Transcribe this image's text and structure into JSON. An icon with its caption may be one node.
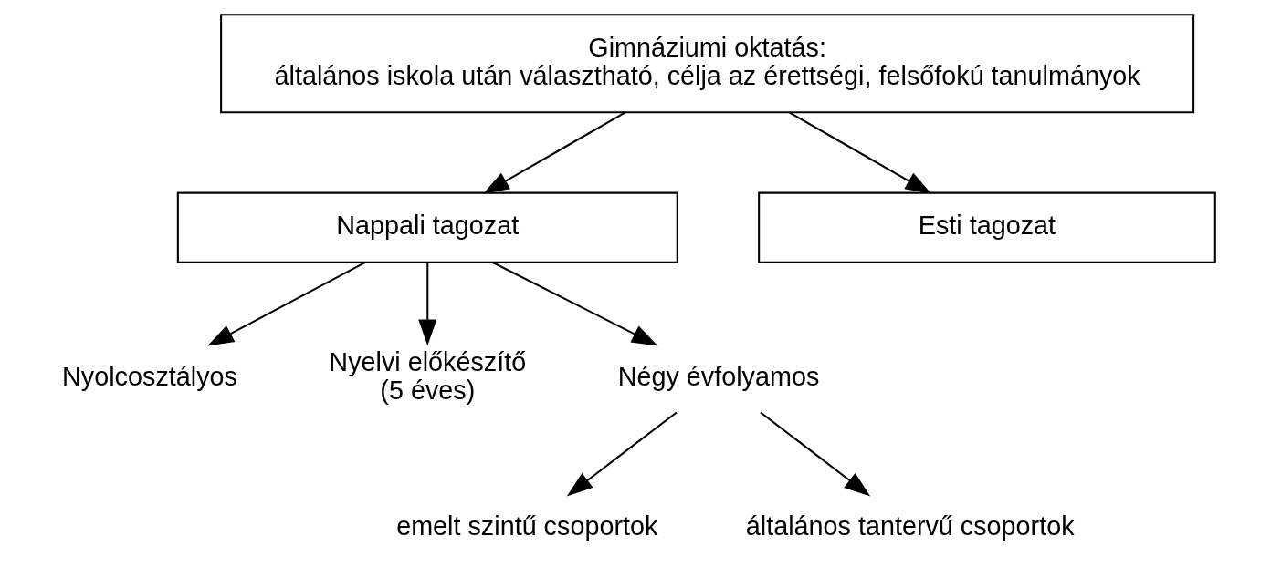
{
  "diagram": {
    "nodes": [
      {
        "text": [
          "Gimnáziumi oktatás:",
          "általános iskola után választható, célja az érettségi, felsőfokú tanulmányok"
        ]
      },
      {
        "text": [
          "Nappali tagozat"
        ]
      },
      {
        "text": [
          "Esti tagozat"
        ]
      },
      {
        "text": [
          "Nyolcosztályos"
        ]
      },
      {
        "text": [
          "Nyelvi előkészítő",
          "(5 éves)"
        ]
      },
      {
        "text": [
          "Négy évfolyamos"
        ]
      },
      {
        "text": [
          "emelt szintű csoportok"
        ]
      },
      {
        "text": [
          "általános tantervű csoportok"
        ]
      }
    ],
    "edges": [
      {
        "from": 0,
        "to": 1,
        "arrow": "to"
      },
      {
        "from": 0,
        "to": 2,
        "arrow": "to"
      },
      {
        "from": 1,
        "to": 3,
        "arrow": "to"
      },
      {
        "from": 1,
        "to": 4,
        "arrow": "to"
      },
      {
        "from": 1,
        "to": 5,
        "arrow": "to"
      },
      {
        "from": 5,
        "to": 6,
        "arrow": "to"
      },
      {
        "from": 5,
        "to": 7,
        "arrow": "to"
      }
    ]
  }
}
